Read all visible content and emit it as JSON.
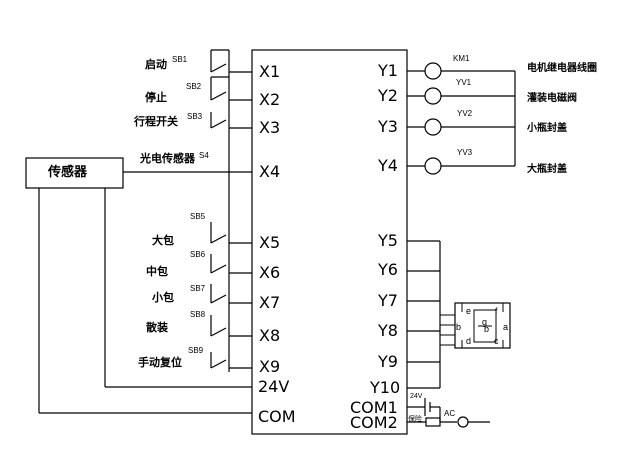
{
  "plc": {
    "inputs": [
      "X1",
      "X2",
      "X3",
      "X4",
      "X5",
      "X6",
      "X7",
      "X8",
      "X9",
      "24V",
      "COM"
    ],
    "outputs": [
      "Y1",
      "Y2",
      "Y3",
      "Y4",
      "Y5",
      "Y6",
      "Y7",
      "Y8",
      "Y9",
      "Y10",
      "COM1",
      "COM2"
    ]
  },
  "sensor": {
    "label": "传感器"
  },
  "inputs": {
    "x1": {
      "name": "启动",
      "tag": "SB1"
    },
    "x2": {
      "name": "停止",
      "tag": "SB2"
    },
    "x3": {
      "name": "行程开关",
      "tag": "SB3"
    },
    "x4": {
      "name": "光电传感器",
      "tag": "S4"
    },
    "x5": {
      "name": "大包",
      "tag": "SB5"
    },
    "x6": {
      "name": "中包",
      "tag": "SB6"
    },
    "x7": {
      "name": "小包",
      "tag": "SB7"
    },
    "x8": {
      "name": "散装",
      "tag": "SB8"
    },
    "x9": {
      "name": "手动复位",
      "tag": "SB9"
    }
  },
  "outputs": {
    "y1": {
      "name": "电机继电器线圈",
      "tag": "KM1"
    },
    "y2": {
      "name": "灌装电磁阀",
      "tag": "YV1"
    },
    "y3": {
      "name": "小瓶封盖",
      "tag": "YV2"
    },
    "y4": {
      "name": "大瓶封盖",
      "tag": "YV3"
    }
  },
  "power": {
    "dc_label": "24V",
    "ac_label": "AC",
    "fuse_label": "保险"
  },
  "display": {
    "segments": [
      "e",
      "f",
      "a",
      "g",
      "b",
      "d",
      "c",
      "b"
    ]
  }
}
